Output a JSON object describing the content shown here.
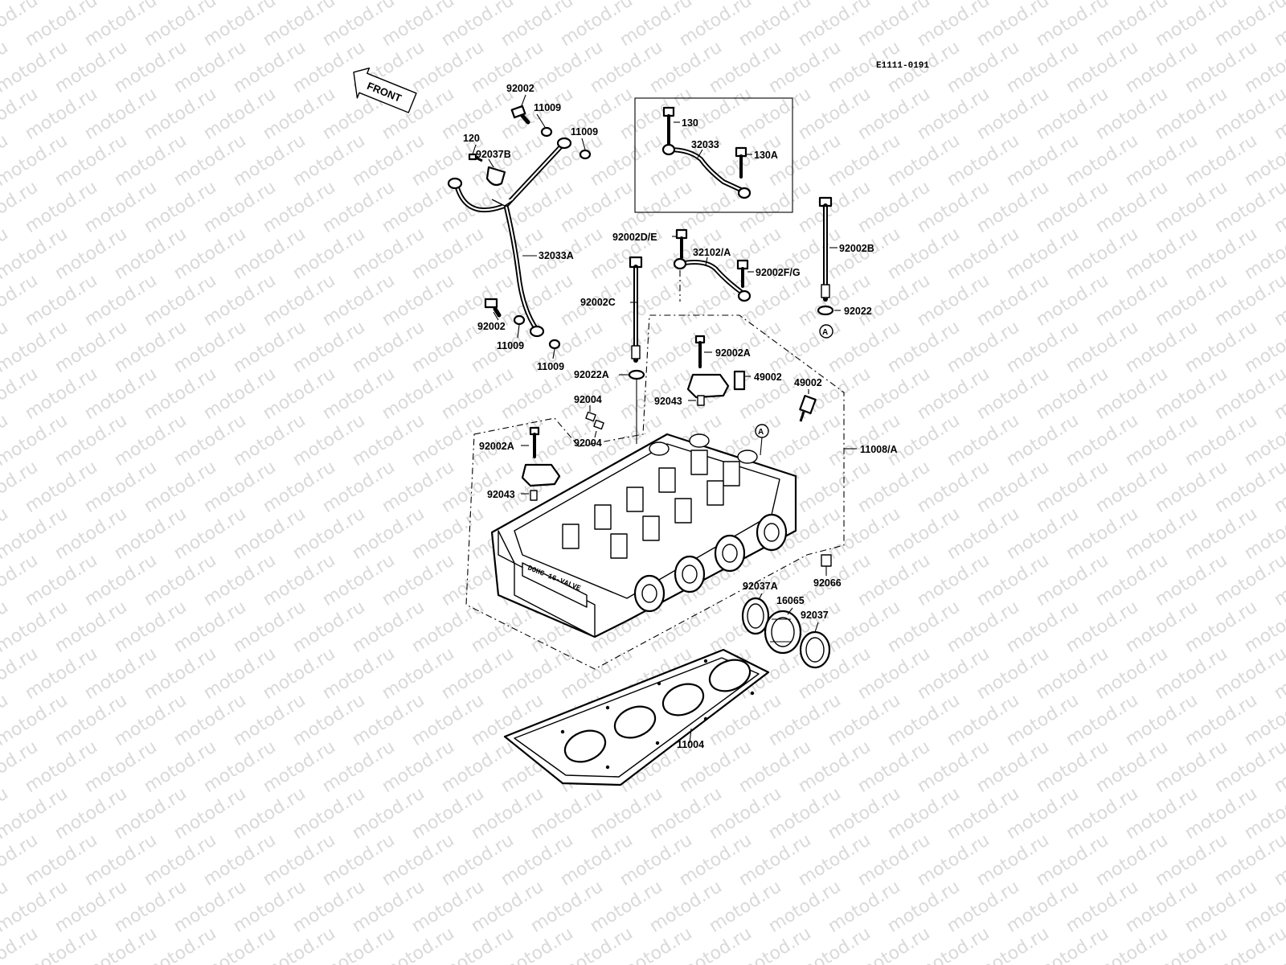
{
  "watermark": {
    "text": "motod.ru"
  },
  "diagram": {
    "code": "E1111-0191",
    "front_label": "FRONT",
    "ref_mark": "A",
    "labels": {
      "p92002_top": "92002",
      "p11009_a": "11009",
      "p11009_b": "11009",
      "p120": "120",
      "p92037B": "92037B",
      "p32033A": "32033A",
      "p92002_mid": "92002",
      "p11009_c": "11009",
      "p11009_d": "11009",
      "p130": "130",
      "p32033": "32033",
      "p130A": "130A",
      "p92002DE": "92002D/E",
      "p32102A": "32102/A",
      "p92002FG": "92002F/G",
      "p92002B": "92002B",
      "p92022": "92022",
      "p92002C": "92002C",
      "p92002A_r": "92002A",
      "p49002_a": "49002",
      "p49002_b": "49002",
      "p92022A": "92022A",
      "p92043_r": "92043",
      "p92004_a": "92004",
      "p92004_b": "92004",
      "p92002A_l": "92002A",
      "p92043_l": "92043",
      "p11008A": "11008/A",
      "p92066": "92066",
      "p92037A": "92037A",
      "p16065": "16065",
      "p92037": "92037",
      "p11004": "11004"
    }
  }
}
